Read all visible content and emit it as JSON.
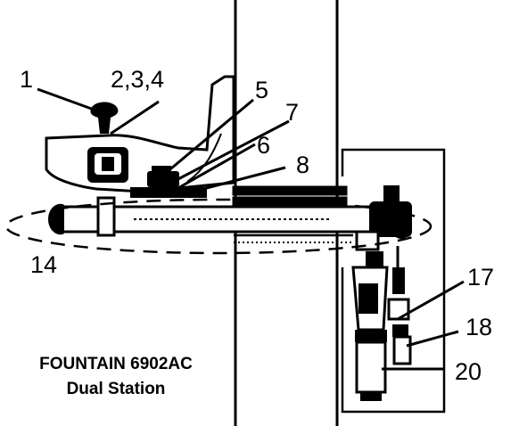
{
  "callouts": {
    "c1": "1",
    "c234": "2,3,4",
    "c5": "5",
    "c6": "6",
    "c7": "7",
    "c8": "8",
    "c14": "14",
    "c17": "17",
    "c18": "18",
    "c20": "20"
  },
  "caption": {
    "line1": "FOUNTAIN 6902AC",
    "line2": "Dual Station"
  },
  "colors": {
    "ink": "#000000",
    "paper": "#ffffff"
  }
}
